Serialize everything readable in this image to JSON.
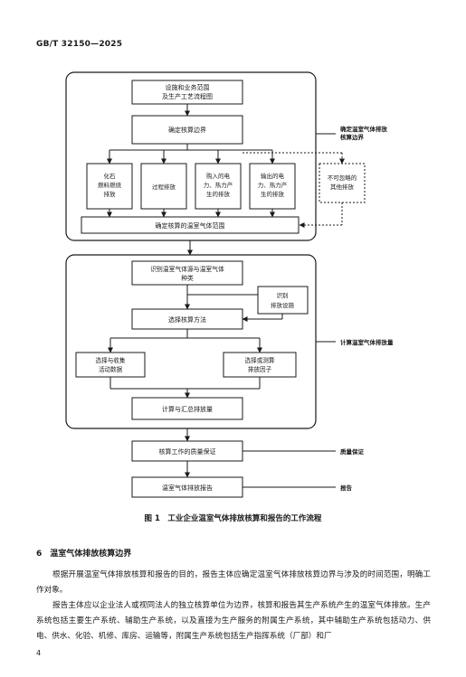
{
  "header": {
    "std_no": "GB/T 32150—2025"
  },
  "figure": {
    "box_scope": [
      "设施和业务范围",
      "及生产工艺流程图"
    ],
    "box_boundary": "确定核算边界",
    "emission_types": [
      {
        "lines": [
          "化石",
          "燃料燃烧",
          "排放"
        ]
      },
      {
        "lines": [
          "过程排放"
        ]
      },
      {
        "lines": [
          "购入的电",
          "力、热力产",
          "生的排放"
        ]
      },
      {
        "lines": [
          "输出的电",
          "力、热力产",
          "生的排放"
        ]
      }
    ],
    "box_negligible": [
      "不可忽略的",
      "其他排放"
    ],
    "box_gas_scope": "确定核算的温室气体范围",
    "label_boundary": [
      "确定温室气体排放",
      "核算边界"
    ],
    "box_identify": [
      "识别温室气体源与温室气体",
      "种类"
    ],
    "box_identify_facility": [
      "识别",
      "排放设施"
    ],
    "box_method": "选择核算方法",
    "box_activity": [
      "选择与收集",
      "活动数据"
    ],
    "box_factor": [
      "选择或测算",
      "排放因子"
    ],
    "box_calc": "计算与汇总排放量",
    "label_calc": "计算温室气体排放量",
    "box_qa": "核算工作的质量保证",
    "label_qa": "质量保证",
    "box_report": "温室气体排放报告",
    "label_report": "报告",
    "caption": "图 1　工业企业温室气体排放核算和报告的工作流程"
  },
  "section": {
    "title": "6　温室气体排放核算边界"
  },
  "paragraphs": [
    "根据开展温室气体排放核算和报告的目的，报告主体应确定温室气体排放核算边界与涉及的时间范围，明确工作对象。",
    "报告主体应以企业法人或视同法人的独立核算单位为边界，核算和报告其生产系统产生的温室气体排放。生产系统包括主要生产系统、辅助生产系统，以及直接为生产服务的附属生产系统，其中辅助生产系统包括动力、供电、供水、化验、机修、库房、运输等，附属生产系统包括生产指挥系统（厂部）和厂"
  ],
  "page_number": "4"
}
